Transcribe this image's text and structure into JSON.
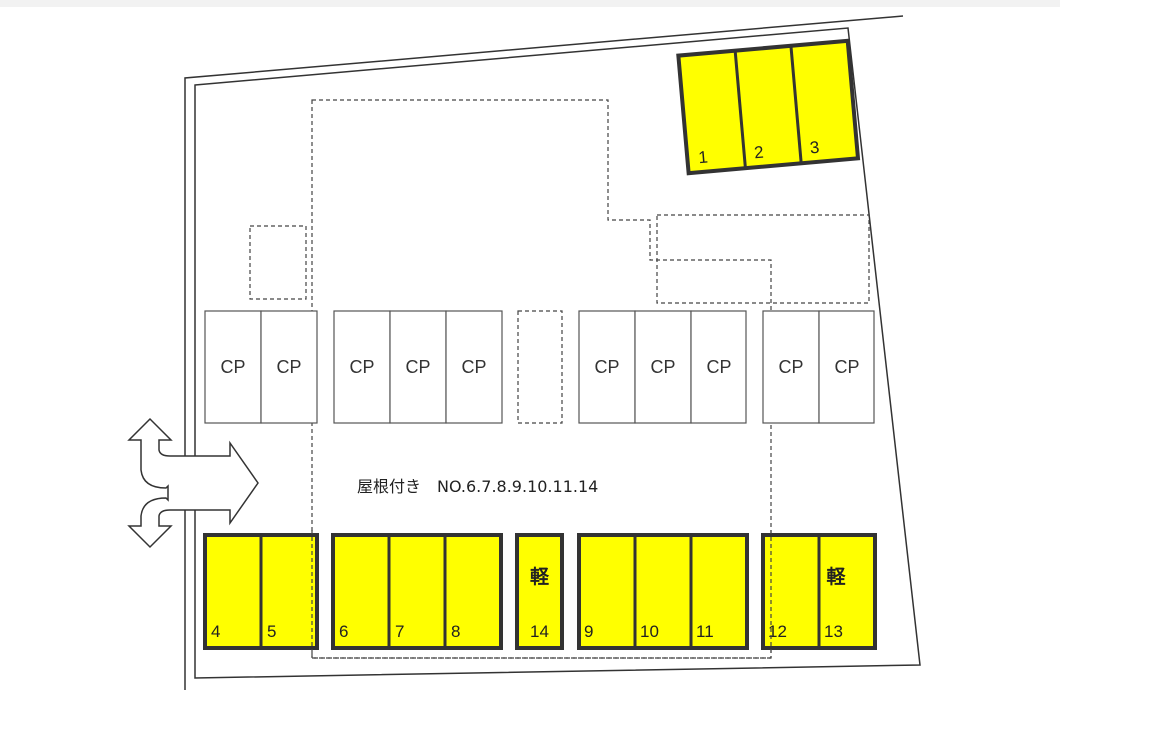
{
  "colors": {
    "occupied_fill": "#ffff00",
    "stall_stroke": "#333333",
    "outline": "#333333",
    "carport_stroke": "#555555",
    "dashed_stroke": "#444444"
  },
  "icons": {
    "entrance": "entrance-arrows-icon"
  },
  "carport": {
    "label": "CP"
  },
  "stalls": {
    "s1": "1",
    "s2": "2",
    "s3": "3",
    "s4": "4",
    "s5": "5",
    "s6": "6",
    "s7": "7",
    "s8": "8",
    "s9": "9",
    "s10": "10",
    "s11": "11",
    "s12": "12",
    "s13": "13",
    "s14": "14"
  },
  "kei_mark": "軽",
  "roof_note": "屋根付き　NO.6.7.8.9.10.11.14"
}
